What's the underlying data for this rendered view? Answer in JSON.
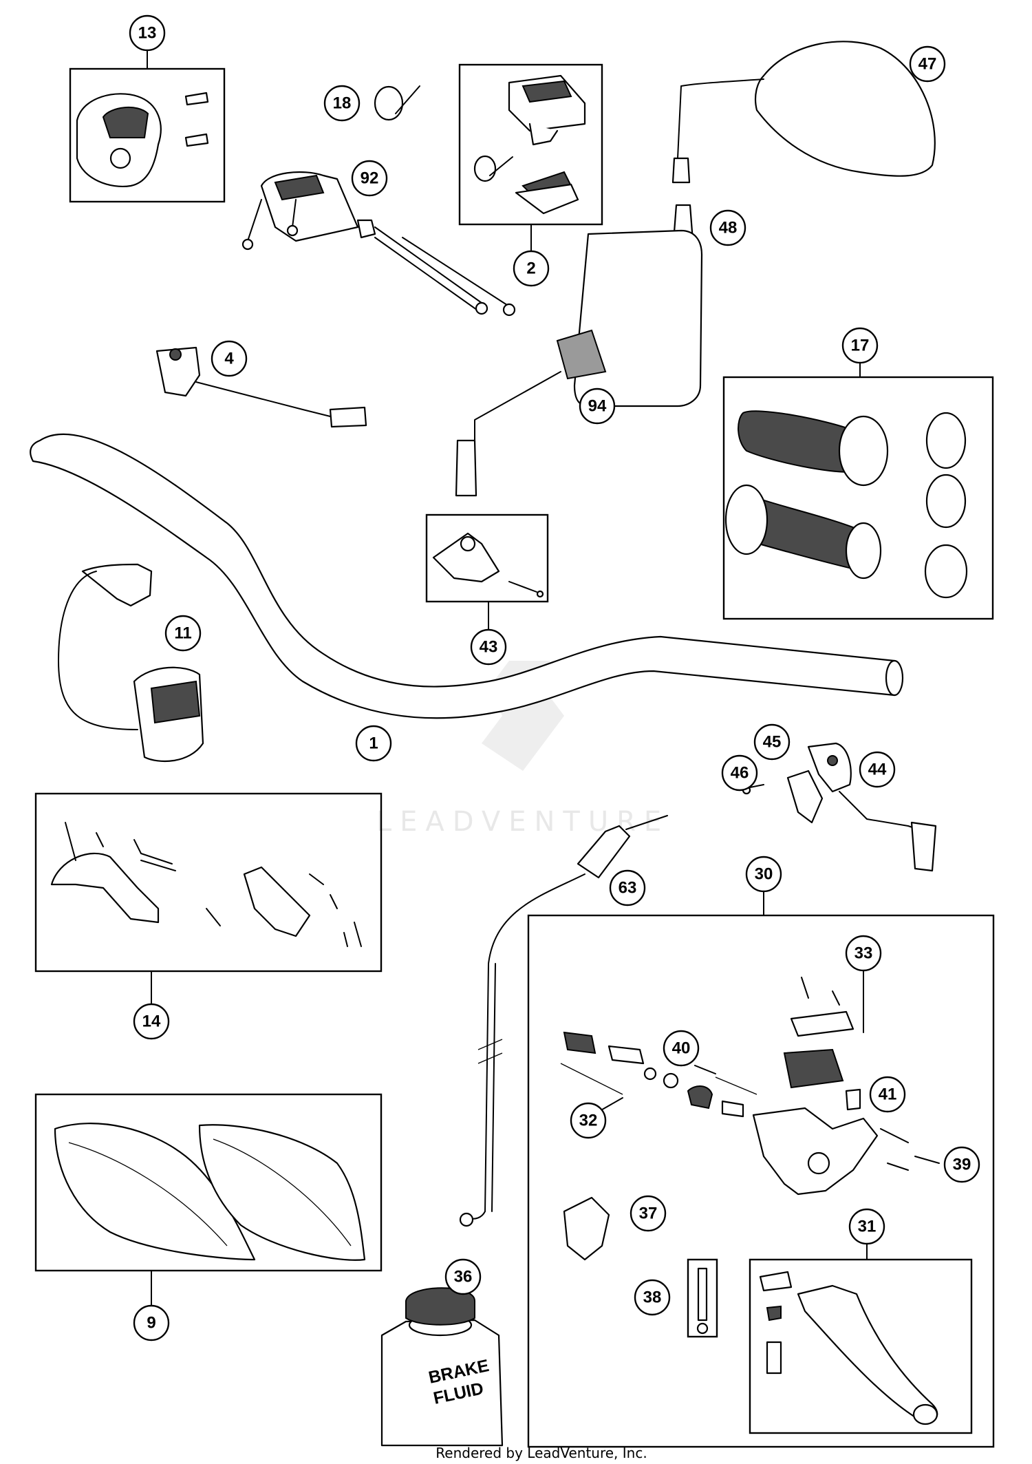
{
  "diagram": {
    "watermark": "LEADVENTURE",
    "footer": "Rendered by LeadVenture, Inc.",
    "container_label_line1": "BRAKE",
    "container_label_line2": "FLUID",
    "callouts": [
      "13",
      "18",
      "92",
      "2",
      "47",
      "48",
      "4",
      "94",
      "17",
      "43",
      "11",
      "1",
      "45",
      "44",
      "46",
      "14",
      "63",
      "30",
      "33",
      "40",
      "41",
      "32",
      "39",
      "37",
      "31",
      "9",
      "36",
      "38"
    ]
  }
}
